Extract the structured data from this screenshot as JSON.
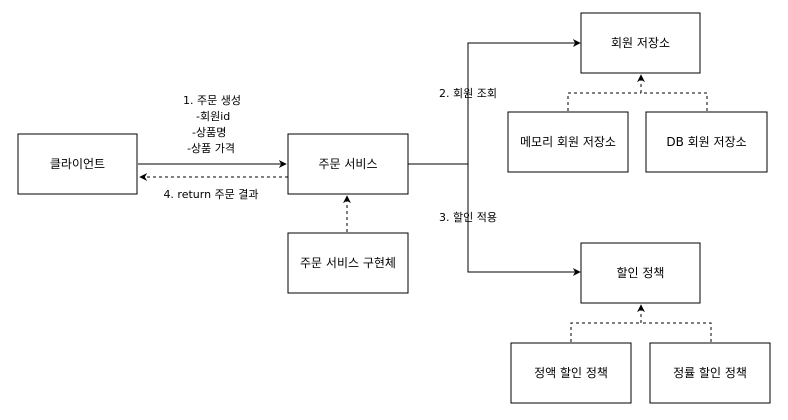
{
  "nodes": {
    "client": "클라이언트",
    "order_service": "주문 서비스",
    "order_service_impl": "주문 서비스 구현체",
    "member_repository": "회원 저장소",
    "memory_member_repository": "메모리 회원 저장소",
    "db_member_repository": "DB 회원 저장소",
    "discount_policy": "할인 정책",
    "fix_discount_policy": "정액 할인 정책",
    "rate_discount_policy": "정률 할인 정책"
  },
  "edges": {
    "create_order": {
      "title": "1. 주문 생성",
      "params": [
        "-회원id",
        "-상품명",
        "-상품 가격"
      ]
    },
    "return_result": "4. return 주문 결과",
    "find_member": "2. 회원 조회",
    "apply_discount": "3. 할인 적용"
  }
}
